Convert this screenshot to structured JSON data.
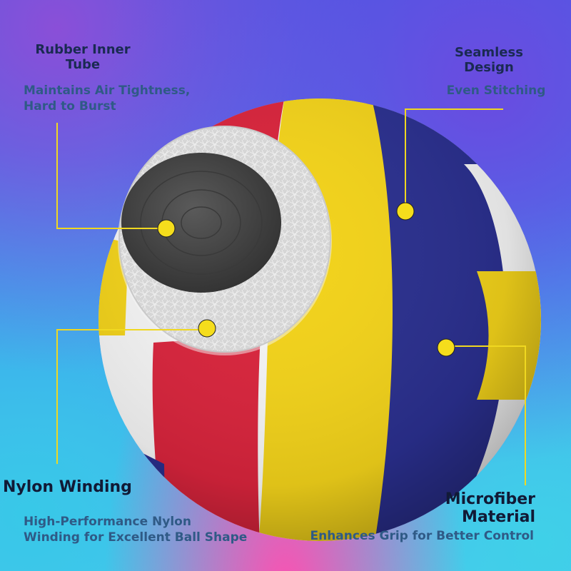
{
  "callouts": {
    "rubber_tube": {
      "heading_line1": "Rubber Inner",
      "heading_line2": "Tube",
      "sub_line1": "Maintains Air Tightness,",
      "sub_line2": "Hard to Burst"
    },
    "seamless": {
      "heading_line1": "Seamless",
      "heading_line2": "Design",
      "sub": "Even Stitching"
    },
    "nylon": {
      "heading": "Nylon Winding",
      "sub_line1": "High-Performance Nylon",
      "sub_line2": "Winding for Excellent Ball Shape"
    },
    "microfiber": {
      "heading_line1": "Microfiber",
      "heading_line2": "Material",
      "sub": "Enhances Grip for Better Control"
    }
  },
  "colors": {
    "ball_blue": "#2a2f8e",
    "ball_yellow": "#f2d21a",
    "ball_red": "#d8243c",
    "ball_white": "#f4f4f4",
    "inner_tube": "#4a4a4a",
    "nylon_winding": "#d9d9d9",
    "callout_dot": "#f5dd1c",
    "callout_line": "#f0d820"
  }
}
